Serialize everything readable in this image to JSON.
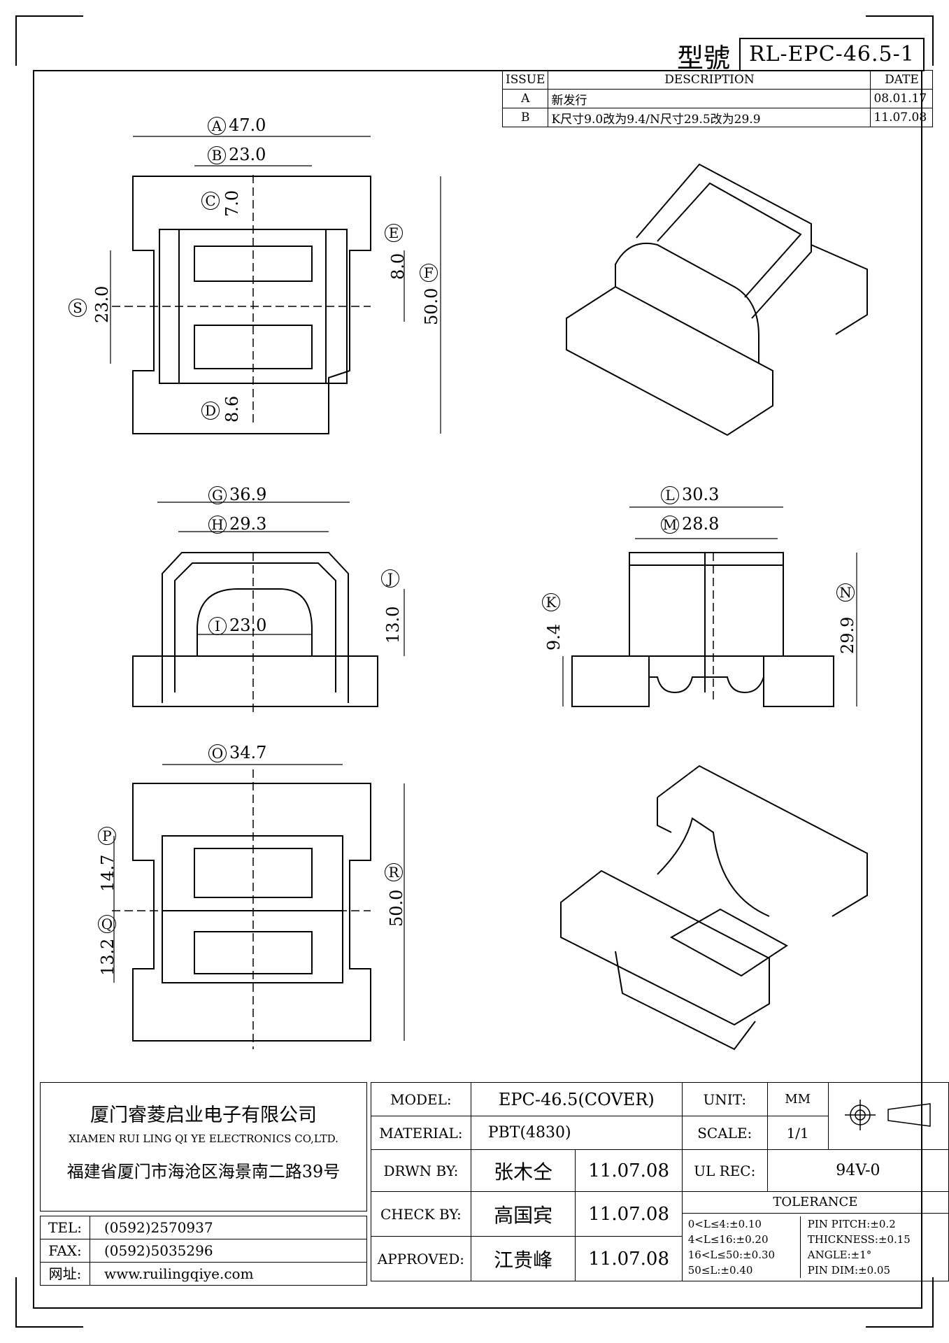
{
  "header": {
    "model_label": "型號",
    "model_number": "RL-EPC-46.5-1"
  },
  "revisions": {
    "headers": [
      "ISSUE",
      "DESCRIPTION",
      "DATE"
    ],
    "rows": [
      {
        "issue": "A",
        "description": "新发行",
        "date": "08.01.17"
      },
      {
        "issue": "B",
        "description": "K尺寸9.0改为9.4/N尺寸29.5改为29.9",
        "date": "11.07.08"
      }
    ]
  },
  "dimensions": {
    "A": "47.0",
    "B": "23.0",
    "C": "7.0",
    "D": "8.6",
    "E": "8.0",
    "F": "50.0",
    "S": "23.0",
    "G": "36.9",
    "H": "29.3",
    "I": "23.0",
    "J": "13.0",
    "K": "9.4",
    "L": "30.3",
    "M": "28.8",
    "N": "29.9",
    "O": "34.7",
    "P": "14.7",
    "Q": "13.2",
    "R": "50.0"
  },
  "title_block": {
    "company_cn": "厦门睿菱启业电子有限公司",
    "company_en": "XIAMEN RUI LING QI YE ELECTRONICS CO,LTD.",
    "address": "福建省厦门市海沧区海景南二路39号",
    "tel_label": "TEL:",
    "tel": "(0592)2570937",
    "fax_label": "FAX:",
    "fax": "(0592)5035296",
    "web_label": "网址:",
    "web": "www.ruilingqiye.com",
    "model_label": "MODEL:",
    "model": "EPC-46.5(COVER)",
    "material_label": "MATERIAL:",
    "material": "PBT(4830)",
    "drawn_label": "DRWN BY:",
    "drawn_by": "张木仝",
    "drawn_date": "11.07.08",
    "check_label": "CHECK BY:",
    "check_by": "高国宾",
    "check_date": "11.07.08",
    "approved_label": "APPROVED:",
    "approved_by": "江贵峰",
    "approved_date": "11.07.08",
    "unit_label": "UNIT:",
    "unit": "MM",
    "scale_label": "SCALE:",
    "scale": "1/1",
    "ul_label": "UL REC:",
    "ul": "94V-0",
    "tolerance_label": "TOLERANCE",
    "tol_1": "0<L≤4:±0.10",
    "tol_2": "4<L≤16:±0.20",
    "tol_3": "16<L≤50:±0.30",
    "tol_4": "50≤L:±0.40",
    "pin_pitch": "PIN PITCH:±0.2",
    "thickness": "THICKNESS:±0.15",
    "angle": "ANGLE:±1°",
    "pin_dim": "PIN DIM:±0.05"
  }
}
